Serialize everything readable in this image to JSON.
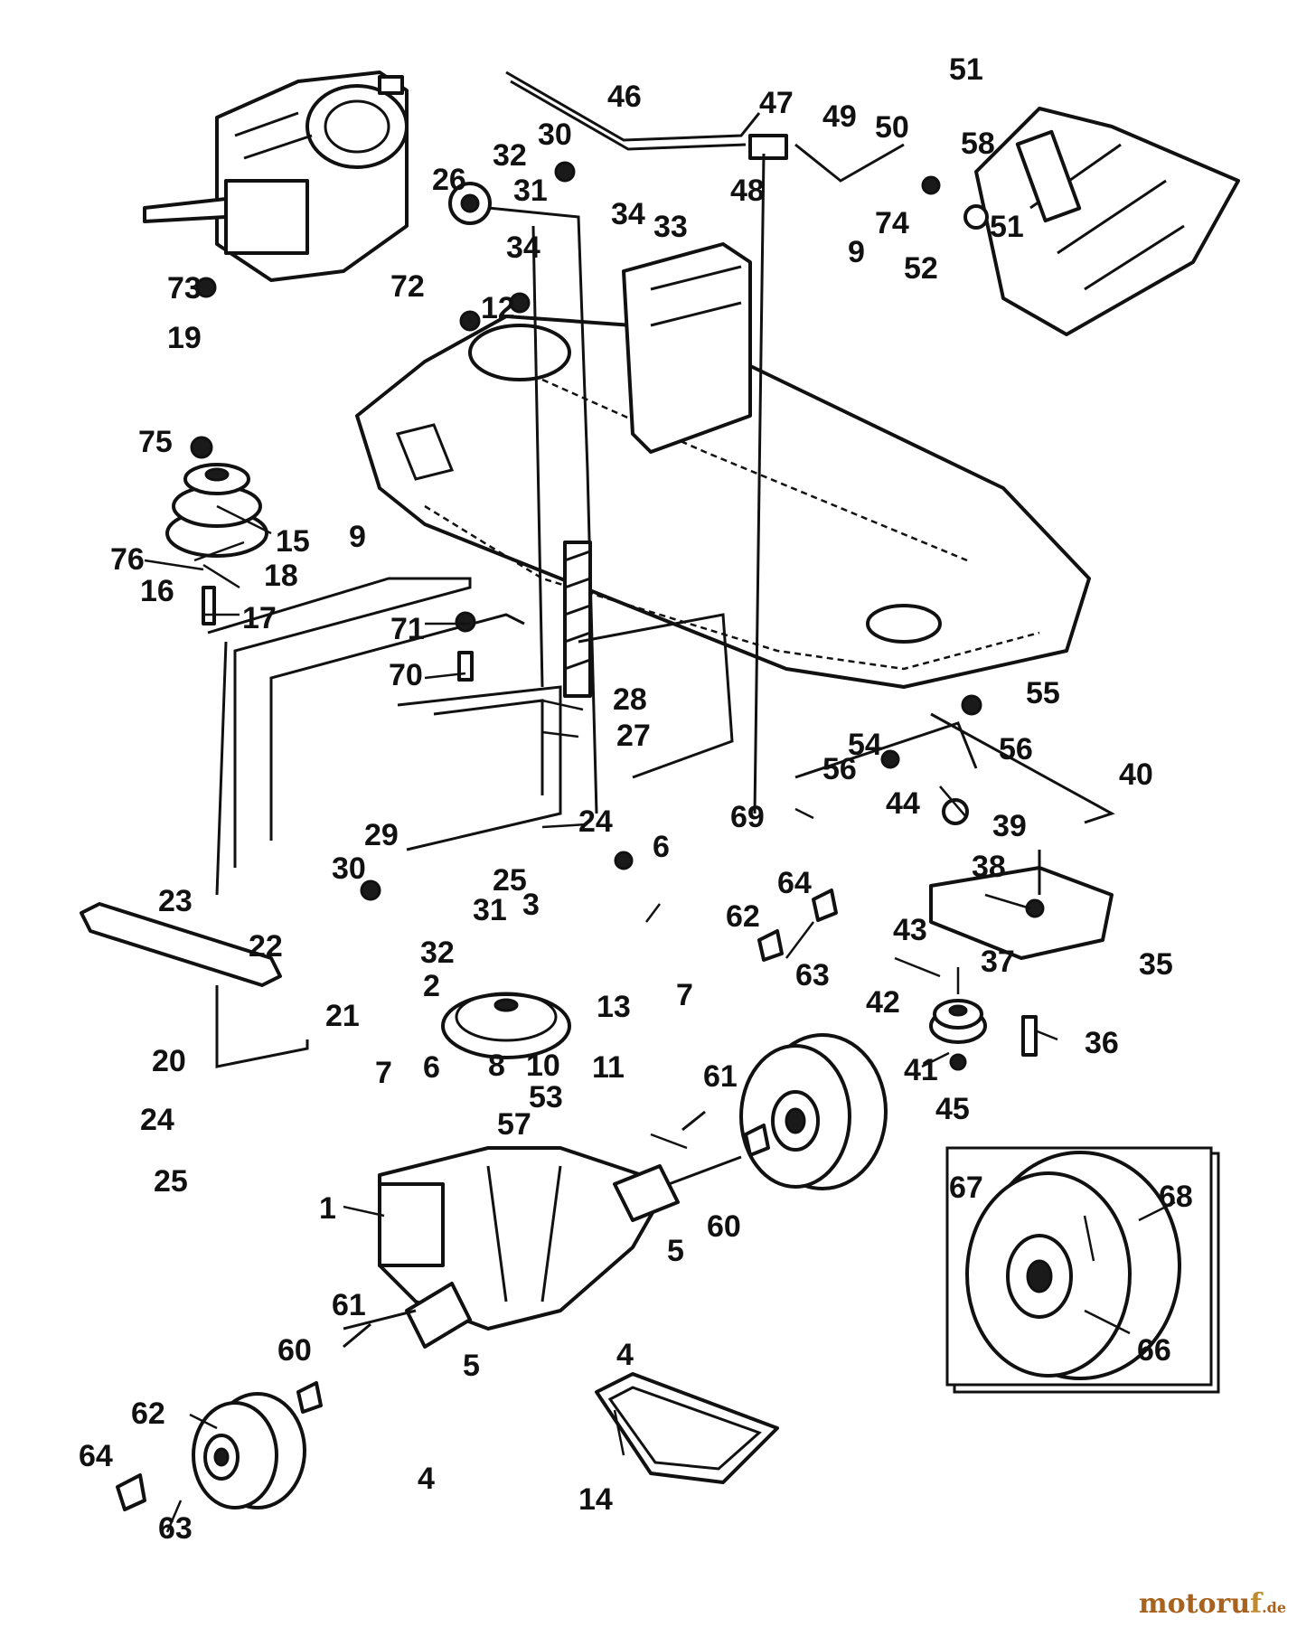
{
  "diagram": {
    "callouts": [
      "1",
      "2",
      "3",
      "4",
      "5",
      "6",
      "7",
      "8",
      "9",
      "10",
      "11",
      "12",
      "13",
      "14",
      "15",
      "16",
      "17",
      "18",
      "19",
      "20",
      "21",
      "22",
      "23",
      "24",
      "25",
      "26",
      "27",
      "28",
      "29",
      "30",
      "31",
      "32",
      "33",
      "34",
      "35",
      "36",
      "37",
      "38",
      "39",
      "40",
      "41",
      "42",
      "43",
      "44",
      "45",
      "46",
      "47",
      "48",
      "49",
      "50",
      "51",
      "52",
      "53",
      "54",
      "55",
      "56",
      "57",
      "58",
      "60",
      "61",
      "62",
      "63",
      "64",
      "66",
      "67",
      "68",
      "69",
      "70",
      "71",
      "72",
      "73",
      "74",
      "75",
      "76"
    ]
  },
  "watermark": {
    "main": "motoru",
    "accent": "f",
    "tld": ".de"
  },
  "colors": {
    "ink": "#111111",
    "background": "#ffffff",
    "watermark": "#a8621e"
  }
}
